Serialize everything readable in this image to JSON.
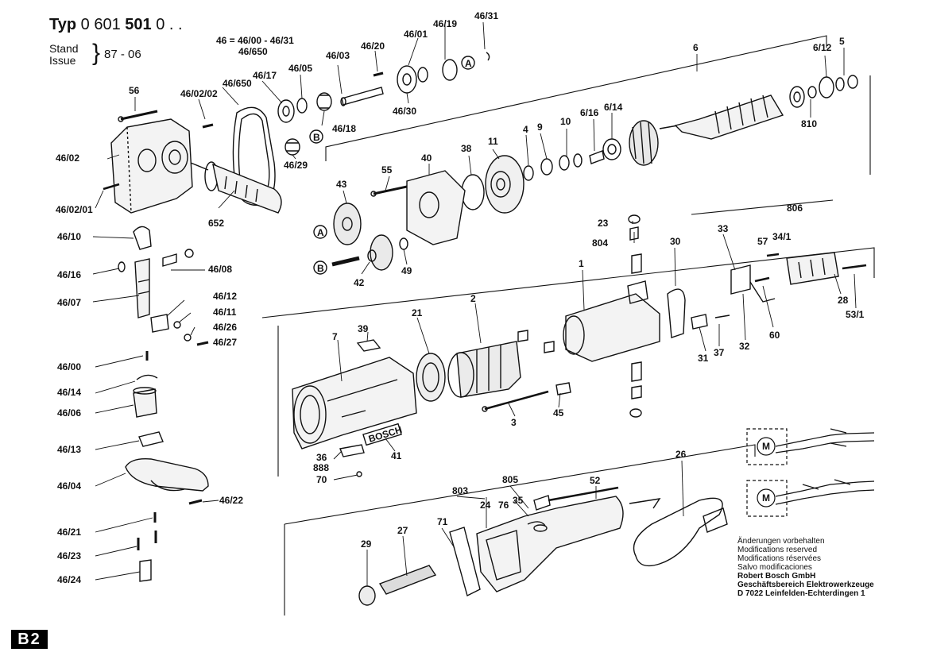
{
  "header": {
    "type_prefix": "Typ",
    "type_number_a": "0 601",
    "type_number_b": "501",
    "type_number_c": "0 . .",
    "stand_label": "Stand",
    "issue_label": "Issue",
    "brace": "}",
    "date": "87 - 06",
    "assembly_note_line1": "46 = 46/00 - 46/31",
    "assembly_note_line2": "46/650"
  },
  "brand_plate": "BOSCH",
  "page_badge": "B2",
  "callouts": {
    "c1": "46/31",
    "c2": "46/19",
    "c3": "46/01",
    "c4": "46/20",
    "c5": "46/03",
    "c6": "46/05",
    "c7": "46/17",
    "c8": "46/650",
    "c9": "46/02/02",
    "c10": "56",
    "c11": "46/02",
    "c12": "46/02/01",
    "c13": "652",
    "c14": "46/29",
    "c15": "46/18",
    "c16": "46/30",
    "c17": "6",
    "c18": "6/12",
    "c19": "5",
    "c20": "810",
    "c21": "6/16",
    "c22": "6/14",
    "c23": "10",
    "c24": "9",
    "c25": "4",
    "c26": "11",
    "c27": "38",
    "c28": "40",
    "c29": "55",
    "c30": "43",
    "c31": "42",
    "c32": "49",
    "c33": "46/10",
    "c34": "46/16",
    "c35": "46/08",
    "c36": "46/07",
    "c37": "46/12",
    "c38": "46/11",
    "c39": "46/26",
    "c40": "46/27",
    "c41": "46/00",
    "c42": "46/14",
    "c43": "46/06",
    "c44": "46/13",
    "c45": "46/04",
    "c46": "46/22",
    "c47": "46/21",
    "c48": "46/23",
    "c49": "46/24",
    "c50": "23",
    "c51": "804",
    "c52": "30",
    "c53": "1",
    "c54": "33",
    "c55": "806",
    "c56": "57",
    "c57": "34/1",
    "c58": "28",
    "c59": "53/1",
    "c60": "60",
    "c61": "31",
    "c62": "37",
    "c63": "32",
    "c64": "39",
    "c65": "21",
    "c66": "2",
    "c67": "7",
    "c68": "45",
    "c69": "3",
    "c70": "36",
    "c71": "888",
    "c72": "70",
    "c73": "41",
    "c74": "26",
    "c75": "805",
    "c76": "803",
    "c77": "76",
    "c78": "35",
    "c79": "52",
    "c80": "71",
    "c81": "24",
    "c82": "29",
    "c83": "27"
  },
  "circled_markers": {
    "a": "A",
    "b": "B"
  },
  "notes": {
    "line1": "Änderungen vorbehalten",
    "line2": "Modifications reserved",
    "line3": "Modifications réservées",
    "line4": "Salvo modificaciones",
    "line5": "Robert Bosch GmbH",
    "line6": "Geschäftsbereich Elektrowerkzeuge",
    "line7": "D 7022 Leinfelden-Echterdingen 1"
  },
  "wiring_motor_symbol": "M"
}
